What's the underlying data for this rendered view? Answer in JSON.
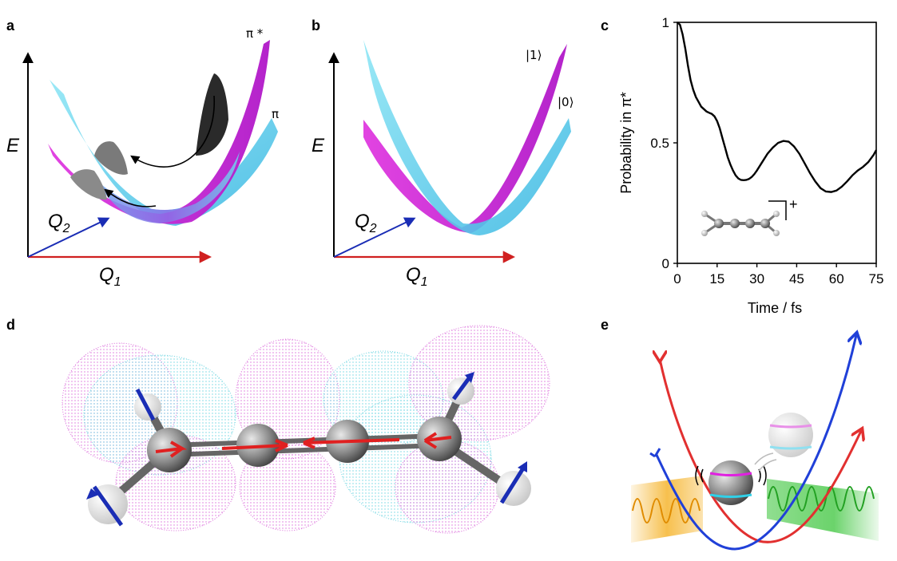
{
  "panels": {
    "a": {
      "letter": "a",
      "energy_label": "E",
      "q2_label": "Q",
      "q2_sub": "2",
      "q1_label": "Q",
      "q1_sub": "1",
      "upper_state": "π *",
      "lower_state": "π"
    },
    "b": {
      "letter": "b",
      "energy_label": "E",
      "q2_label": "Q",
      "q2_sub": "2",
      "q1_label": "Q",
      "q1_sub": "1",
      "upper_state": "|1⟩",
      "lower_state": "|0⟩"
    },
    "c": {
      "letter": "c",
      "ion_charge": "+"
    },
    "d": {
      "letter": "d"
    },
    "e": {
      "letter": "e"
    }
  },
  "colors": {
    "magenta": "#d62ad6",
    "cyan": "#6fd8ee",
    "axis_red": "#d02020",
    "axis_blue": "#1a2db5",
    "curve_red": "#e23030",
    "curve_blue": "#2040d8",
    "wave_orange": "#f2a81a",
    "wave_green": "#39c239"
  },
  "chart_data": {
    "type": "line",
    "title": "",
    "xlabel": "Time / fs",
    "ylabel": "Probability in π*",
    "xlim": [
      0,
      75
    ],
    "ylim": [
      0,
      1
    ],
    "xticks": [
      "0",
      "15",
      "30",
      "45",
      "60",
      "75"
    ],
    "yticks": [
      "0",
      "0.5",
      "1"
    ],
    "series": [
      {
        "x": [
          0,
          1,
          2,
          3,
          4,
          5,
          6,
          7,
          8,
          9,
          10,
          11,
          12,
          13,
          14,
          15,
          16,
          17,
          18,
          19,
          20,
          21,
          22,
          23,
          24,
          25,
          26,
          27,
          28,
          29,
          30,
          32,
          34,
          36,
          38,
          40,
          42,
          44,
          46,
          48,
          50,
          52,
          54,
          56,
          58,
          60,
          62,
          64,
          66,
          68,
          70,
          72,
          74,
          75
        ],
        "y": [
          1.0,
          0.99,
          0.95,
          0.89,
          0.82,
          0.76,
          0.72,
          0.69,
          0.67,
          0.65,
          0.64,
          0.63,
          0.625,
          0.62,
          0.61,
          0.59,
          0.56,
          0.52,
          0.48,
          0.44,
          0.41,
          0.385,
          0.365,
          0.352,
          0.346,
          0.345,
          0.346,
          0.35,
          0.358,
          0.37,
          0.385,
          0.42,
          0.455,
          0.48,
          0.5,
          0.508,
          0.505,
          0.485,
          0.455,
          0.415,
          0.375,
          0.34,
          0.312,
          0.298,
          0.296,
          0.302,
          0.318,
          0.34,
          0.365,
          0.385,
          0.4,
          0.42,
          0.45,
          0.47
        ]
      }
    ]
  }
}
